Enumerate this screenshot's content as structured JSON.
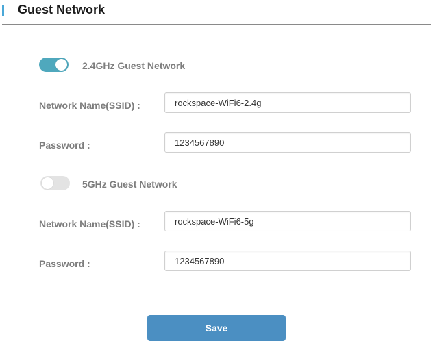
{
  "header": {
    "title": "Guest Network",
    "accent_color": "#4aa8d8"
  },
  "band_24": {
    "enabled": true,
    "label": "2.4GHz Guest Network",
    "ssid_label": "Network Name(SSID) :",
    "ssid_value": "rockspace-WiFi6-2.4g",
    "password_label": "Password :",
    "password_value": "1234567890"
  },
  "band_5": {
    "enabled": false,
    "label": "5GHz Guest Network",
    "ssid_label": "Network Name(SSID) :",
    "ssid_value": "rockspace-WiFi6-5g",
    "password_label": "Password :",
    "password_value": "1234567890"
  },
  "actions": {
    "save_label": "Save",
    "save_color": "#4b8fc2"
  },
  "colors": {
    "toggle_on": "#4fa8bd",
    "toggle_off": "#e3e3e3"
  }
}
